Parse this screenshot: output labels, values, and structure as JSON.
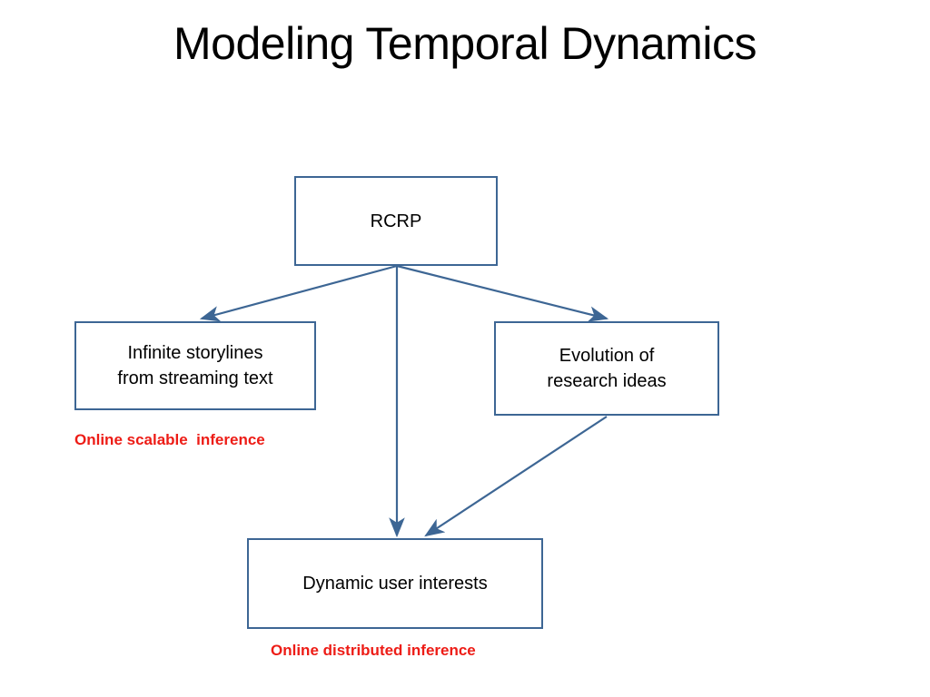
{
  "slide": {
    "title": "Modeling Temporal Dynamics",
    "background_color": "#ffffff",
    "box_border_color": "#3d6694",
    "box_fill_color": "#ffffff",
    "edge_color": "#3d6694",
    "annotation_color": "#ed1c16",
    "title_color": "#000000"
  },
  "nodes": {
    "rcrp": {
      "label": "RCRP"
    },
    "left": {
      "label": "Infinite storylines\nfrom streaming text"
    },
    "right": {
      "label": "Evolution of\nresearch ideas"
    },
    "bottom": {
      "label": "Dynamic user interests"
    }
  },
  "annotations": {
    "left": "Online scalable  inference",
    "bottom": "Online distributed inference"
  },
  "edges": [
    {
      "name": "rcrp-to-left",
      "from": "rcrp",
      "to": "left",
      "arrowhead": true
    },
    {
      "name": "rcrp-to-right",
      "from": "rcrp",
      "to": "right",
      "arrowhead": true
    },
    {
      "name": "rcrp-to-bottom",
      "from": "rcrp",
      "to": "bottom",
      "arrowhead": true
    },
    {
      "name": "right-to-bottom",
      "from": "right",
      "to": "bottom",
      "arrowhead": true
    }
  ]
}
